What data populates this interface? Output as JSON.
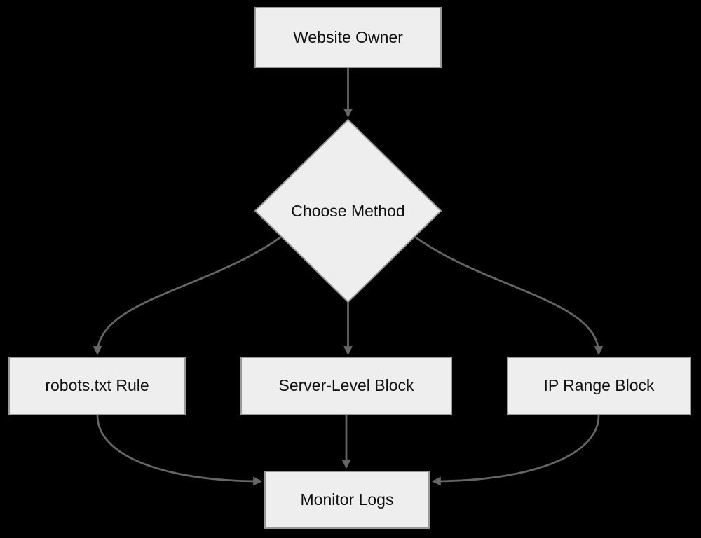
{
  "diagram": {
    "type": "flowchart",
    "background_color": "#000000",
    "node_fill_color": "#eeeeee",
    "node_border_color": "#999999",
    "edge_color": "#666666",
    "text_color": "#111111",
    "nodes": {
      "website_owner": {
        "label": "Website Owner",
        "shape": "rectangle"
      },
      "choose_method": {
        "label": "Choose Method",
        "shape": "diamond"
      },
      "robots_txt": {
        "label": "robots.txt Rule",
        "shape": "rectangle"
      },
      "server_block": {
        "label": "Server-Level Block",
        "shape": "rectangle"
      },
      "ip_block": {
        "label": "IP Range Block",
        "shape": "rectangle"
      },
      "monitor_logs": {
        "label": "Monitor Logs",
        "shape": "rectangle"
      }
    },
    "edges": [
      {
        "from": "website_owner",
        "to": "choose_method"
      },
      {
        "from": "choose_method",
        "to": "robots_txt"
      },
      {
        "from": "choose_method",
        "to": "server_block"
      },
      {
        "from": "choose_method",
        "to": "ip_block"
      },
      {
        "from": "robots_txt",
        "to": "monitor_logs"
      },
      {
        "from": "server_block",
        "to": "monitor_logs"
      },
      {
        "from": "ip_block",
        "to": "monitor_logs"
      }
    ]
  }
}
